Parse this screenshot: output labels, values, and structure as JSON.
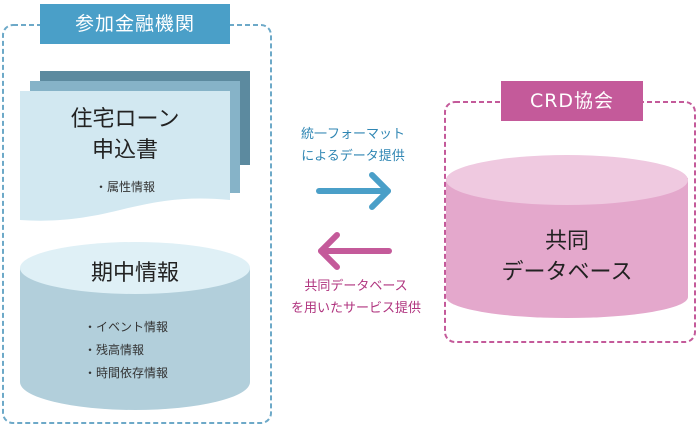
{
  "colors": {
    "blue_accent": "#4a9fc8",
    "pink_accent": "#c45a9a",
    "blue_text": "#2f86b3",
    "pink_text": "#b0347f",
    "doc_back": "#5c8a9f",
    "doc_mid": "#86b3c8",
    "doc_front": "#d2e8f1",
    "cyl_blue_top": "#dff0f6",
    "cyl_blue_body": "#b2cfdb",
    "cyl_pink_top": "#efc9e0",
    "cyl_pink_body": "#e4a8cc"
  },
  "left_group": {
    "label": "参加金融機関",
    "document": {
      "title_line1": "住宅ローン",
      "title_line2": "申込書",
      "bullets": [
        "・属性情報"
      ]
    },
    "database": {
      "title": "期中情報",
      "bullets": [
        "・イベント情報",
        "・残高情報",
        "・時間依存情報"
      ]
    }
  },
  "right_group": {
    "label": "CRD協会",
    "database": {
      "title_line1": "共同",
      "title_line2": "データベース"
    }
  },
  "flows": {
    "to_right": {
      "line1": "統一フォーマット",
      "line2": "によるデータ提供",
      "icon": "arrow-right-icon"
    },
    "to_left": {
      "line1": "共同データベース",
      "line2": "を用いたサービス提供",
      "icon": "arrow-left-icon"
    }
  }
}
